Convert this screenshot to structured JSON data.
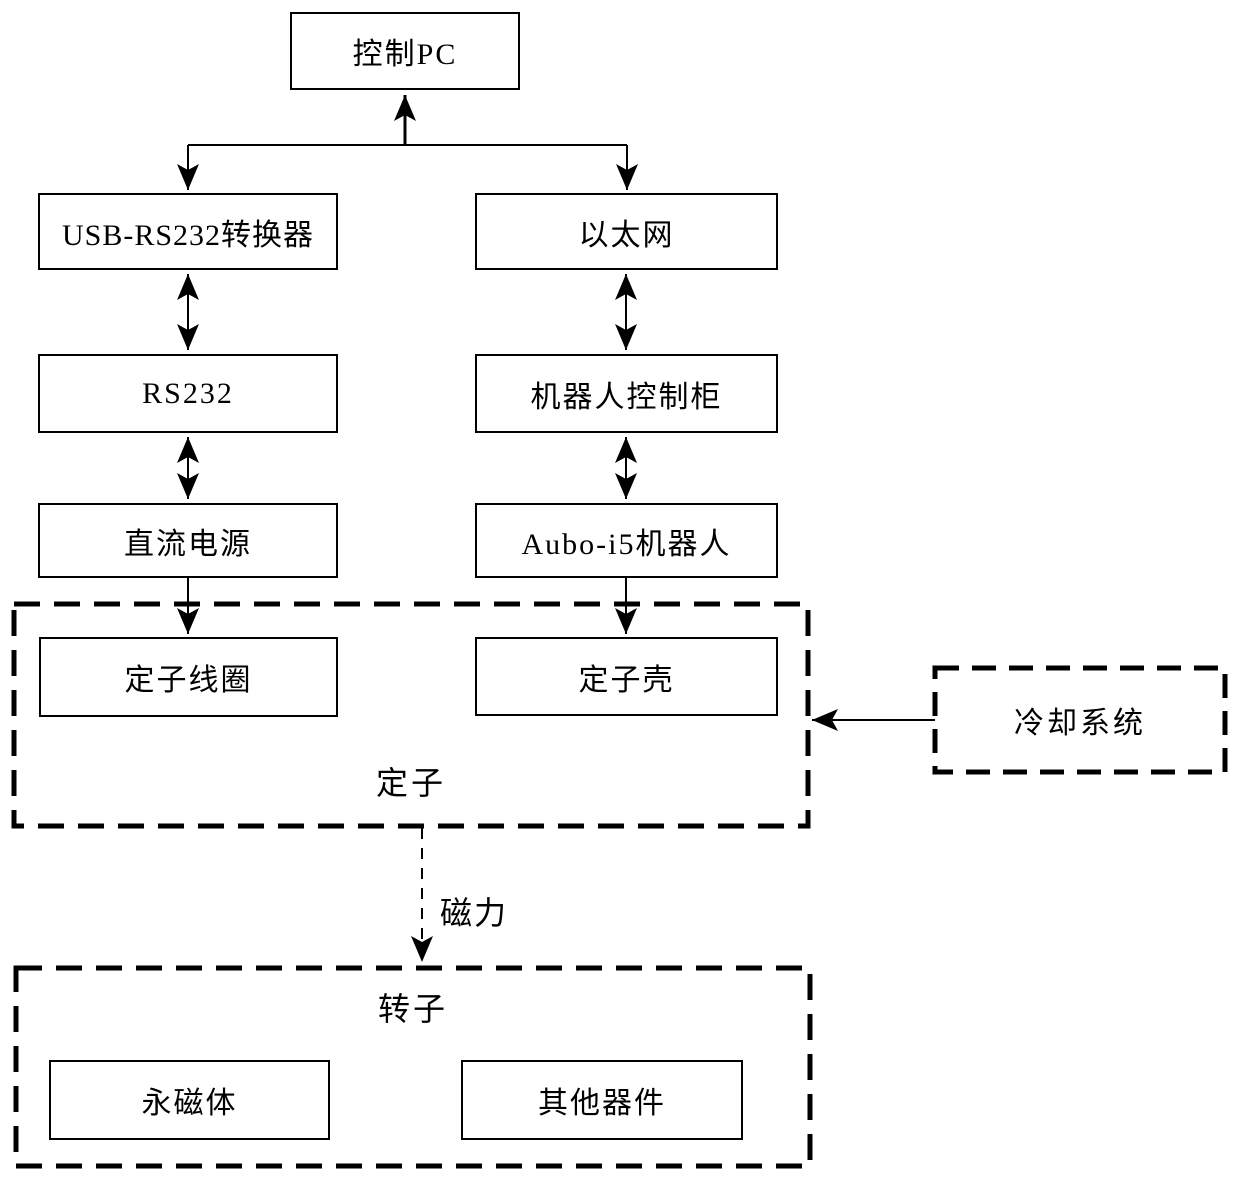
{
  "diagram": {
    "nodes": {
      "control_pc": {
        "label": "控制PC"
      },
      "usb_rs232_converter": {
        "label": "USB-RS232转换器"
      },
      "ethernet": {
        "label": "以太网"
      },
      "rs232": {
        "label": "RS232"
      },
      "robot_control_cabinet": {
        "label": "机器人控制柜"
      },
      "dc_power_supply": {
        "label": "直流电源"
      },
      "aubo_i5_robot": {
        "label": "Aubo-i5机器人"
      },
      "stator_coil": {
        "label": "定子线圈"
      },
      "stator_shell": {
        "label": "定子壳"
      },
      "permanent_magnet": {
        "label": "永磁体"
      },
      "other_components": {
        "label": "其他器件"
      }
    },
    "groups": {
      "stator": {
        "label": "定子"
      },
      "rotor": {
        "label": "转子"
      },
      "cooling_system": {
        "label": "冷却系统"
      }
    },
    "edge_labels": {
      "magnetic_force": "磁力"
    },
    "colors": {
      "line": "#000000",
      "background": "#ffffff",
      "box_fill": "#ffffff"
    }
  }
}
